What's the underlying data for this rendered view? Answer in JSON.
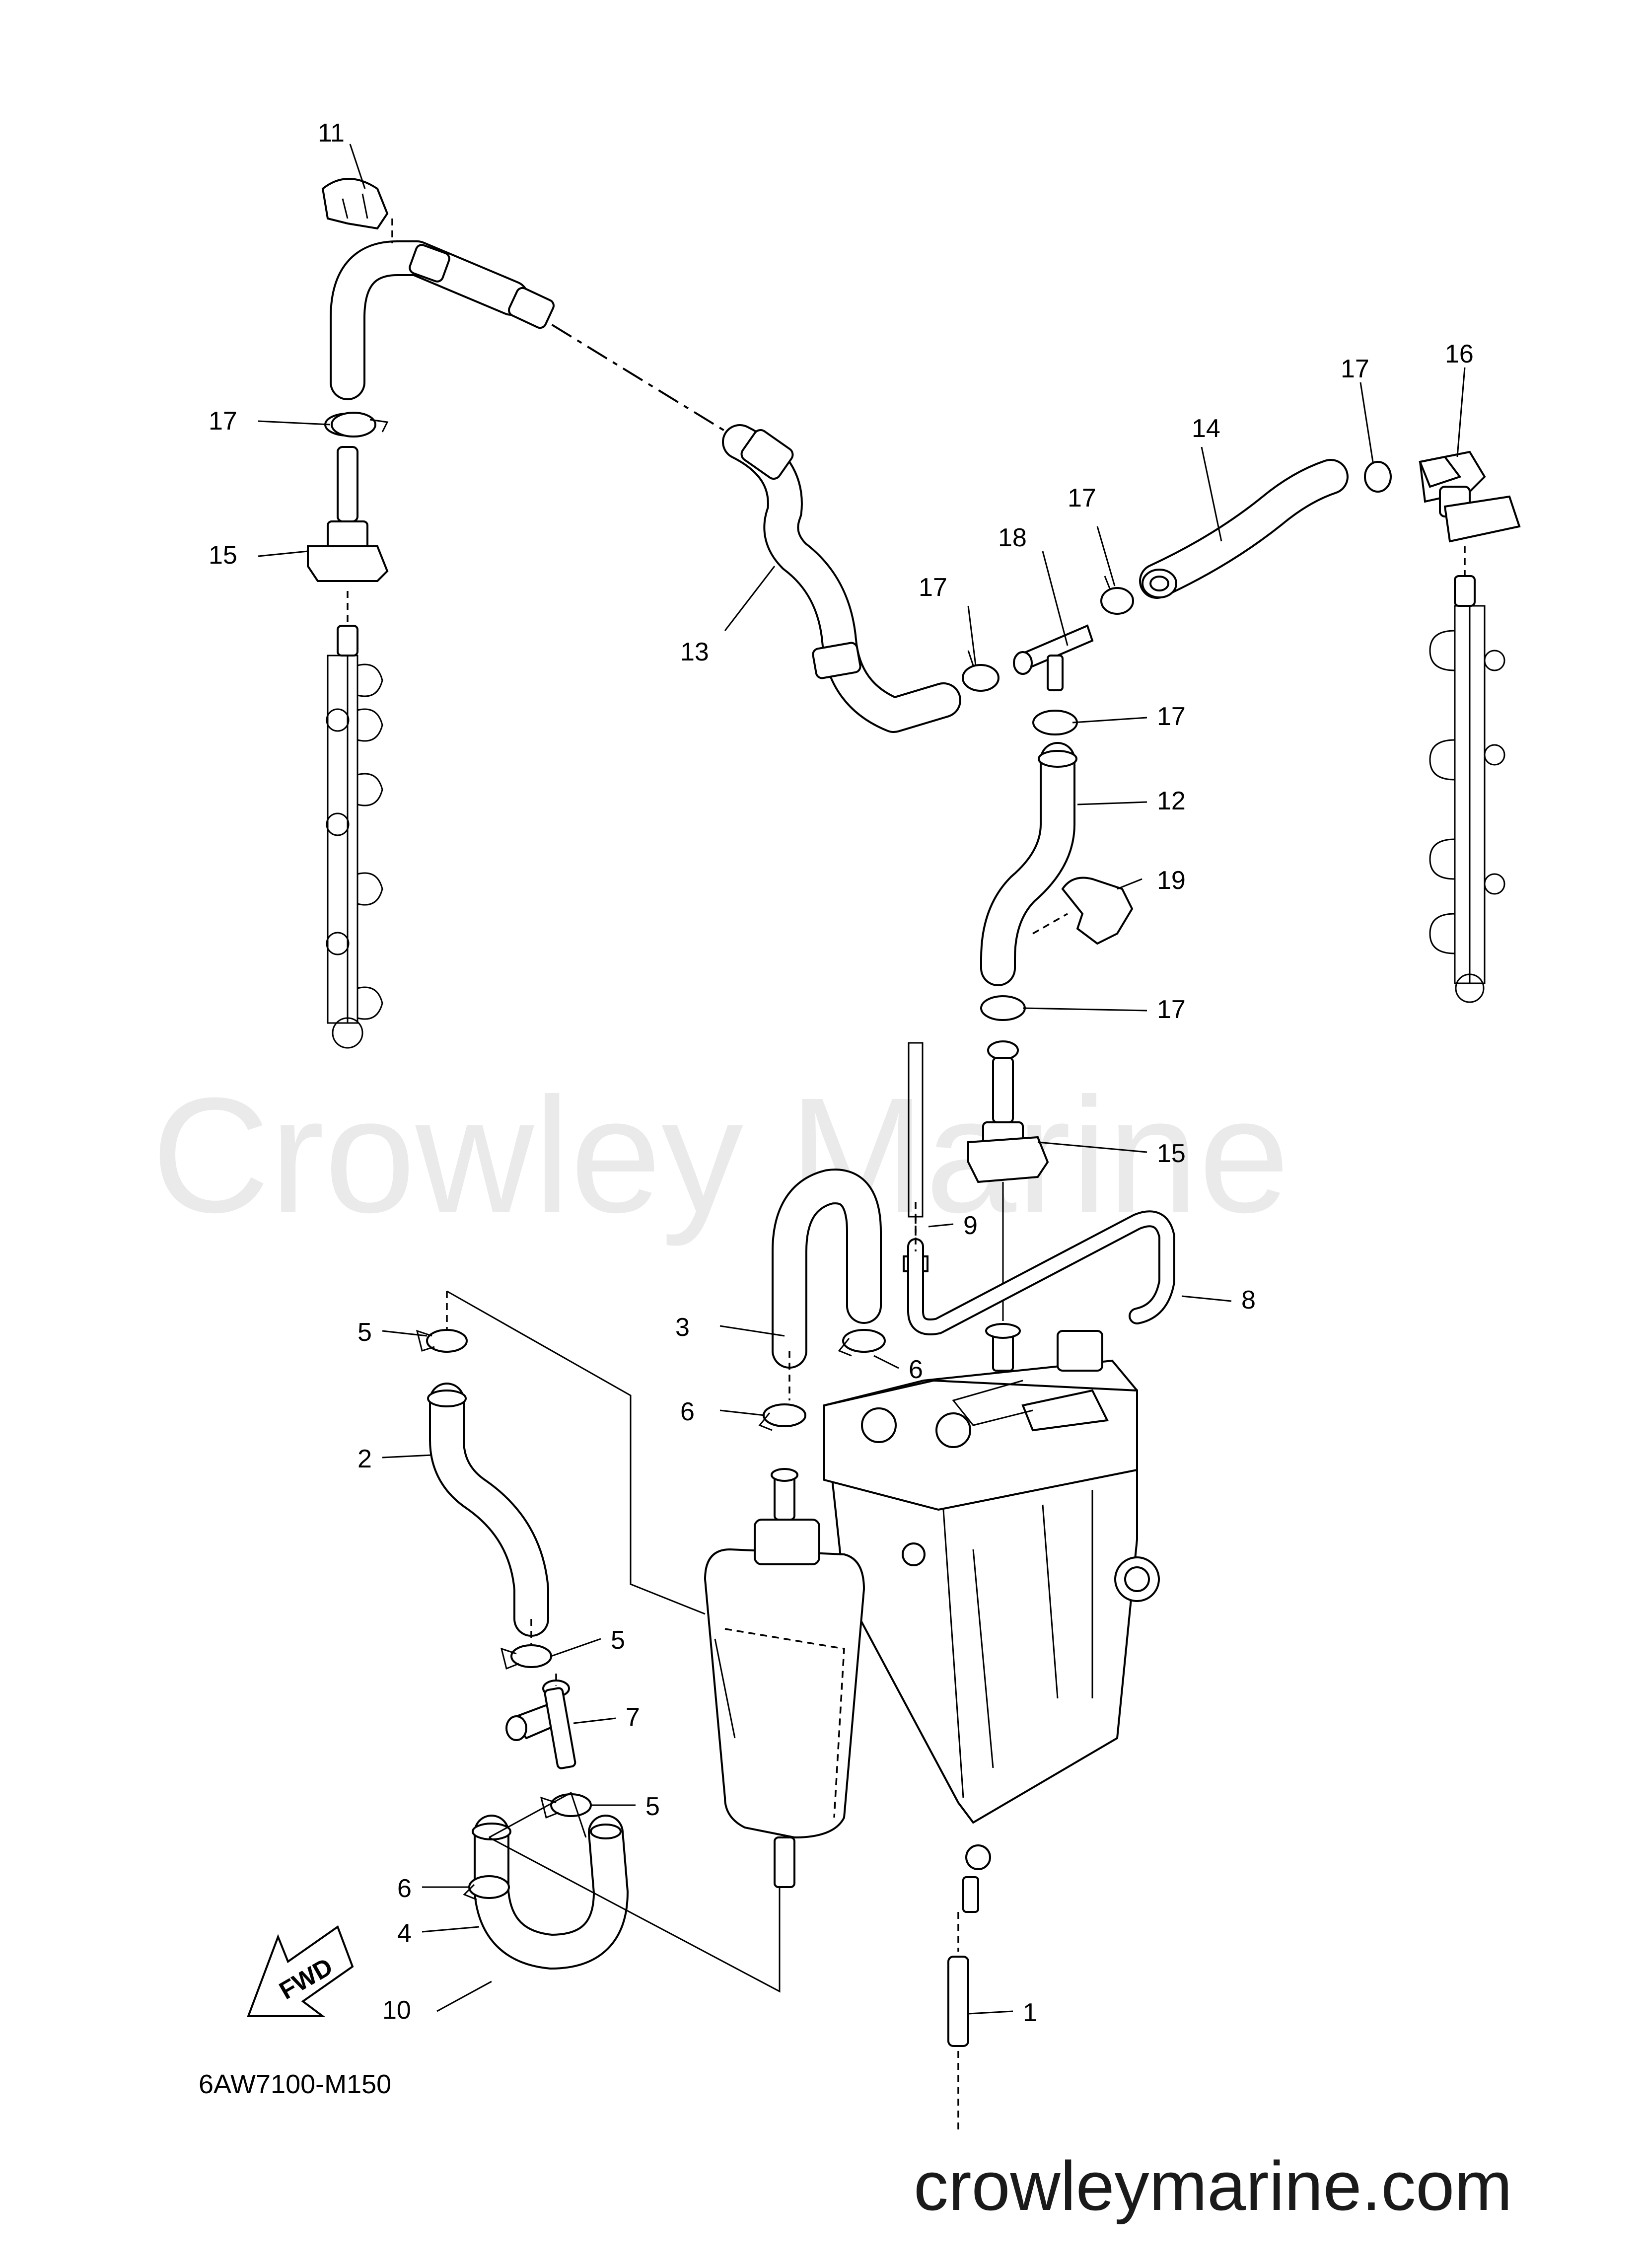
{
  "watermark": "Crowley Marine",
  "website": "crowleymarine.com",
  "diagram_code": "6AW7100-M150",
  "fwd_label": "FWD",
  "callouts": [
    {
      "id": "c1",
      "text": "1"
    },
    {
      "id": "c2",
      "text": "2"
    },
    {
      "id": "c3",
      "text": "3"
    },
    {
      "id": "c4",
      "text": "4"
    },
    {
      "id": "c5a",
      "text": "5"
    },
    {
      "id": "c5b",
      "text": "5"
    },
    {
      "id": "c5c",
      "text": "5"
    },
    {
      "id": "c6a",
      "text": "6"
    },
    {
      "id": "c6b",
      "text": "6"
    },
    {
      "id": "c6c",
      "text": "6"
    },
    {
      "id": "c7",
      "text": "7"
    },
    {
      "id": "c8",
      "text": "8"
    },
    {
      "id": "c9",
      "text": "9"
    },
    {
      "id": "c10",
      "text": "10"
    },
    {
      "id": "c11",
      "text": "11"
    },
    {
      "id": "c12",
      "text": "12"
    },
    {
      "id": "c13",
      "text": "13"
    },
    {
      "id": "c14",
      "text": "14"
    },
    {
      "id": "c15a",
      "text": "15"
    },
    {
      "id": "c15b",
      "text": "15"
    },
    {
      "id": "c16",
      "text": "16"
    },
    {
      "id": "c17a",
      "text": "17"
    },
    {
      "id": "c17b",
      "text": "17"
    },
    {
      "id": "c17c",
      "text": "17"
    },
    {
      "id": "c17d",
      "text": "17"
    },
    {
      "id": "c17e",
      "text": "17"
    },
    {
      "id": "c18",
      "text": "18"
    },
    {
      "id": "c19",
      "text": "19"
    }
  ]
}
